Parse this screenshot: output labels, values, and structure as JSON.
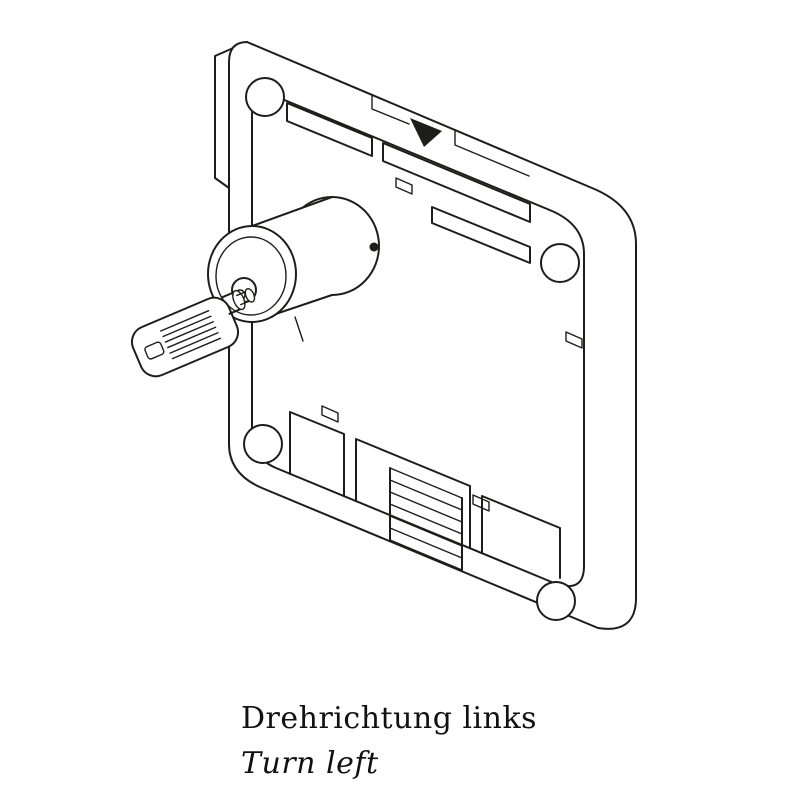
{
  "diagram": {
    "label": "cabinet-lock-with-key-technical-drawing",
    "line_color": "#1d1d1b",
    "background": "#ffffff"
  },
  "caption": {
    "german": "Drehrichtung links",
    "english": "Turn left"
  }
}
